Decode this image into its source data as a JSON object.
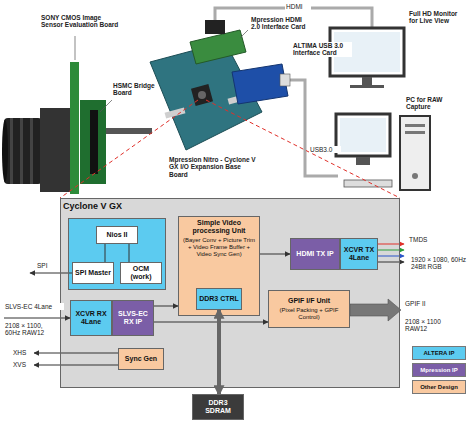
{
  "diagram": {
    "nodes": [
      {
        "text": [
          "Cyclone V GX"
        ]
      },
      {
        "text": [],
        "in": 0
      },
      {
        "text": [
          "Nios II"
        ],
        "in": 1
      },
      {
        "text": [
          "SPI Master"
        ],
        "in": 1
      },
      {
        "text": [
          "OCM (work)"
        ],
        "in": 1
      },
      {
        "text": [
          "Simple Video processing Unit",
          "(Bayer Conv + Picture Trim + Video Frame Buffer + Video Sync Gen)"
        ],
        "in": 0
      },
      {
        "text": [
          "DDR3 CTRL"
        ],
        "in": 5
      },
      {
        "text": [
          "HDMI TX IP"
        ],
        "in": 0
      },
      {
        "text": [
          "XCVR TX 4Lane"
        ],
        "in": 0
      },
      {
        "text": [
          "XCVR RX 4Lane"
        ],
        "in": 0
      },
      {
        "text": [
          "SLVS-EC RX IP"
        ],
        "in": 0
      },
      {
        "text": [
          "GPIF I/F Unit",
          "(Pixel Packing + GPIF Control)"
        ],
        "in": 0
      },
      {
        "text": [
          "Sync Gen"
        ],
        "in": 0
      },
      {
        "text": [
          "DDR3 SDRAM"
        ]
      }
    ],
    "edges": [
      {
        "from": 2,
        "to": 3,
        "arrow": "none"
      },
      {
        "from": 2,
        "to": 4,
        "arrow": "none"
      },
      {
        "from": 10,
        "to": 5,
        "arrow": "to"
      },
      {
        "from": 10,
        "to": 11,
        "arrow": "to"
      },
      {
        "from": 5,
        "to": 7,
        "arrow": "to"
      },
      {
        "from": 6,
        "to": 13,
        "arrow": "both"
      }
    ],
    "labels": [
      "SONY CMOS Image Sensor Evaluation Board",
      "HSMC Bridge Board",
      "Mpression HDMI 2.0 Interface Card",
      "HDMI",
      "Full HD Monitor for Live View",
      "ALTIMA USB 3.0 Interface Card",
      "USB3.0",
      "PC for RAW Capture",
      "Mpression Nitro - Cyclone V GX I/O Expansion Base Board",
      "SPI",
      "TMDS",
      "1920 × 1080, 60Hz 24Bit RGB",
      "SLVS-EC 4Lane",
      "2108 × 1100, 60Hz RAW12",
      "GPIF II",
      "2108 × 1100 RAW12",
      "XHS",
      "XVS"
    ],
    "legend": [
      {
        "text": "ALTERA IP",
        "color": "#5ccbf0"
      },
      {
        "text": "Mpression IP",
        "color": "#7b5ea7"
      },
      {
        "text": "Other Design",
        "color": "#f9c9a0"
      }
    ]
  }
}
